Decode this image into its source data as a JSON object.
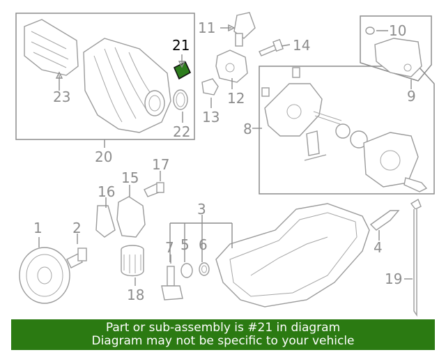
{
  "diagram": {
    "callouts": [
      {
        "id": "p1",
        "label": "1"
      },
      {
        "id": "p2",
        "label": "2"
      },
      {
        "id": "p3",
        "label": "3"
      },
      {
        "id": "p4",
        "label": "4"
      },
      {
        "id": "p5",
        "label": "5"
      },
      {
        "id": "p6",
        "label": "6"
      },
      {
        "id": "p7",
        "label": "7"
      },
      {
        "id": "p8",
        "label": "8"
      },
      {
        "id": "p9",
        "label": "9"
      },
      {
        "id": "p10",
        "label": "10"
      },
      {
        "id": "p11",
        "label": "11"
      },
      {
        "id": "p12",
        "label": "12"
      },
      {
        "id": "p13",
        "label": "13"
      },
      {
        "id": "p14",
        "label": "14"
      },
      {
        "id": "p15",
        "label": "15"
      },
      {
        "id": "p16",
        "label": "16"
      },
      {
        "id": "p17",
        "label": "17"
      },
      {
        "id": "p18",
        "label": "18"
      },
      {
        "id": "p19",
        "label": "19"
      },
      {
        "id": "p20",
        "label": "20"
      },
      {
        "id": "p21",
        "label": "21"
      },
      {
        "id": "p22",
        "label": "22"
      },
      {
        "id": "p23",
        "label": "23"
      }
    ],
    "highlighted_part": "21",
    "colors": {
      "highlight_part": "#2e7d1e",
      "banner_background": "#2b7a12",
      "banner_text": "#ffffff",
      "linework": "#9a9a9a"
    }
  },
  "banner": {
    "line1": "Part or sub-assembly is #21 in diagram",
    "line2": "Diagram may not be specific to your vehicle"
  }
}
